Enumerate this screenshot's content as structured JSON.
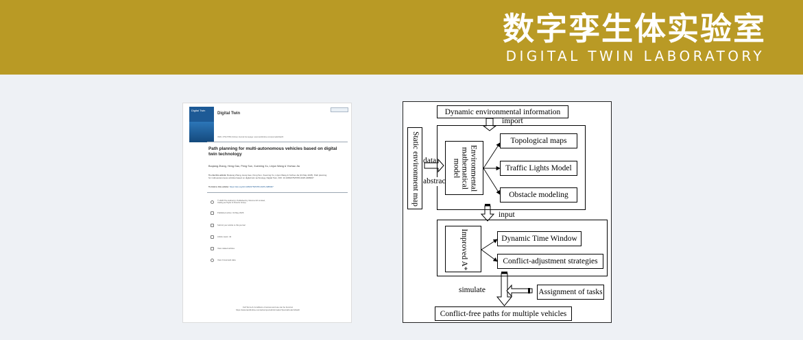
{
  "banner": {
    "title_cn": "数字孪生体实验室",
    "title_en": "DIGITAL TWIN LABORATORY"
  },
  "paper": {
    "journal": "Digital Twin",
    "cover_label": "Digital Twin",
    "issn_line": "ISSN: 2752-5783 (Online) Journal homepage: www.tandfonline.com/journals/tdtw20",
    "title": "Path planning for multi-autonomous vehicles based on digital twin technology",
    "authors": "Boqiang Zhang, Heng Gao, Peng Sun, Xueming Xu, Linjun Wang & Yezhao Jia",
    "cite_label": "To cite this article:",
    "cite_text": "Boqiang Zhang, Heng Gao, Peng Sun, Xueming Xu, Linjun Wang & Yezhao Jia (19 May 2025): Path planning for multi-autonomous vehicles based on digital twin technology, Digital Twin, DOI: 10.1080/27525783.2025.2488467",
    "link_label": "To link to this article:",
    "link_url": "https://doi.org/10.1080/27525783.2025.2488467",
    "copyright": "© 2025 The Author(s). Published by Informa UK Limited, trading as Taylor & Francis Group.",
    "published": "Published online: 19 May 2025.",
    "submit": "Submit your article to this journal",
    "views": "Article views: 42",
    "related": "View related articles",
    "crossmark": "View Crossmark data",
    "footer_1": "Full Terms & Conditions of access and use can be found at",
    "footer_2": "https://www.tandfonline.com/action/journalInformation?journalCode=tdtw20"
  },
  "diagram": {
    "dynamic_info": "Dynamic environmental information",
    "import": "import",
    "static_map": "Static environment map",
    "data": "data",
    "abstract": "abstract",
    "env_model": "Environmental mathematical model",
    "topological": "Topological maps",
    "traffic_lights": "Traffic Lights Model",
    "obstacle": "Obstacle modeling",
    "input": "input",
    "improved_a": "Improved A*",
    "time_window": "Dynamic Time Window",
    "conflict_adj": "Conflict-adjustment strategies",
    "simulate": "simulate",
    "assignment": "Assignment of tasks",
    "conflict_free": "Conflict-free paths for multiple vehicles"
  }
}
